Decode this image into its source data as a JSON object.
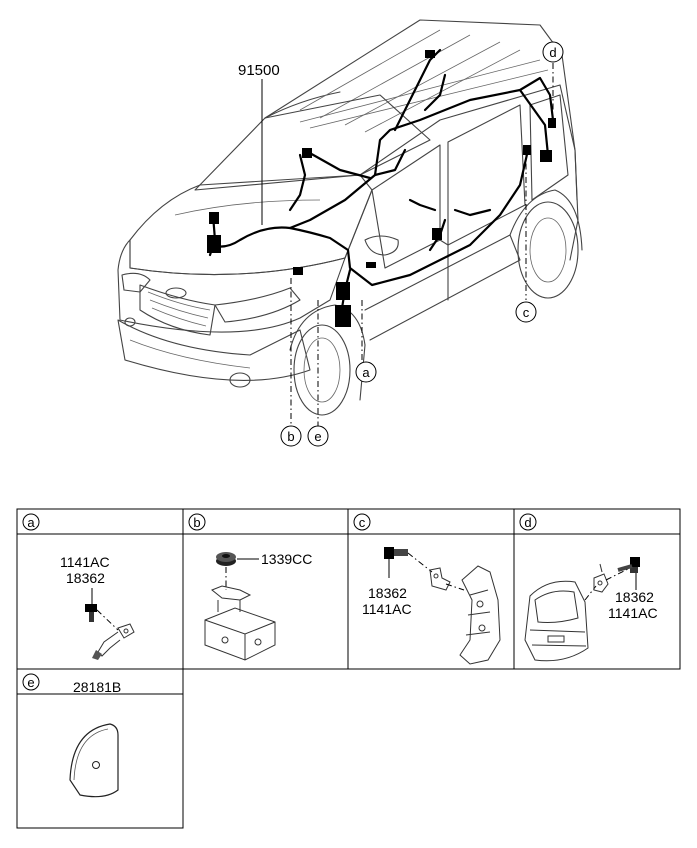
{
  "main_part_number": "91500",
  "callouts": [
    {
      "letter": "a"
    },
    {
      "letter": "b"
    },
    {
      "letter": "c"
    },
    {
      "letter": "d"
    },
    {
      "letter": "e"
    }
  ],
  "detail_panels": [
    {
      "letter": "a",
      "labels": [
        "1141AC",
        "18362"
      ]
    },
    {
      "letter": "b",
      "labels": [
        "1339CC"
      ]
    },
    {
      "letter": "c",
      "labels": [
        "18362",
        "1141AC"
      ]
    },
    {
      "letter": "d",
      "labels": [
        "18362",
        "1141AC"
      ]
    },
    {
      "letter": "e",
      "labels": [
        "28181B"
      ]
    }
  ]
}
